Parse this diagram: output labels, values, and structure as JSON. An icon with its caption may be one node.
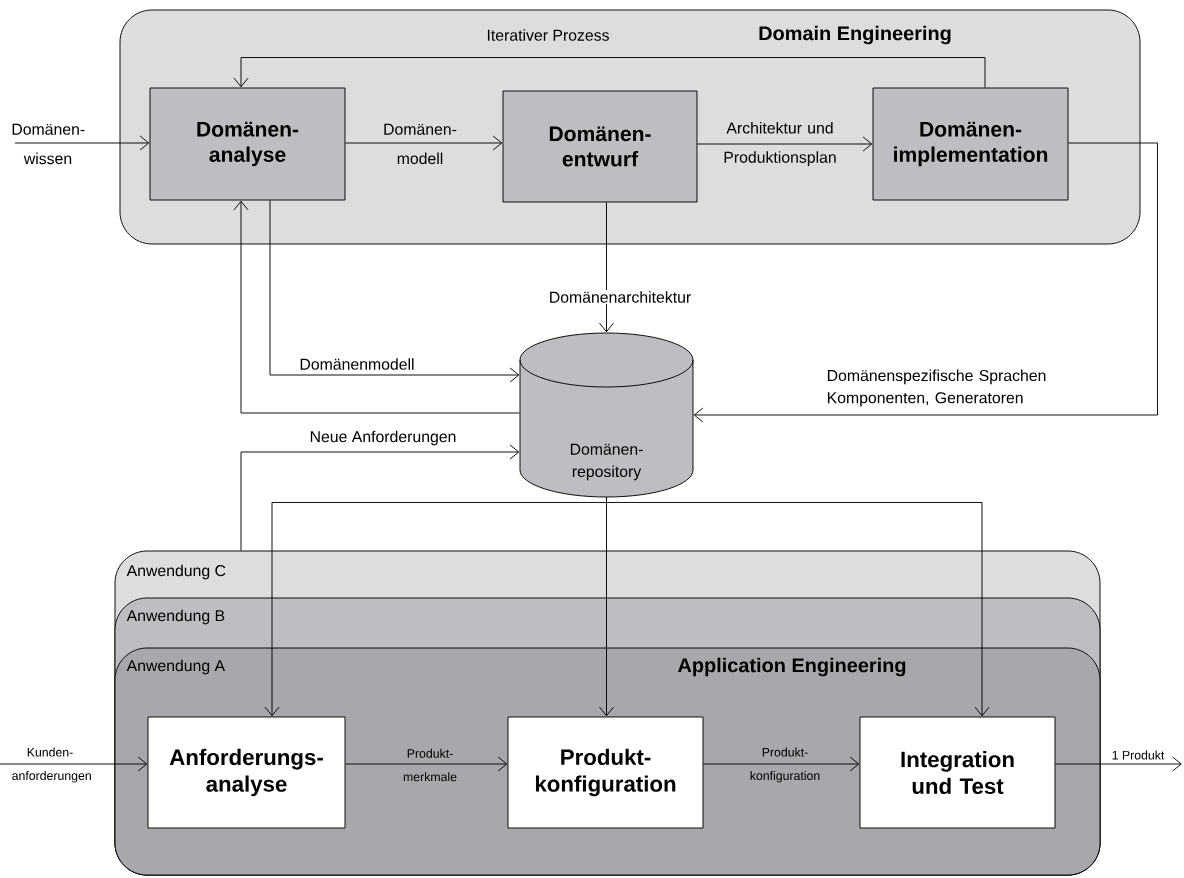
{
  "diagram": {
    "nodes": [
      {
        "text": [
          "Domain Engineering"
        ]
      },
      {
        "text": [
          "Domänen- analyse"
        ],
        "in": 0
      },
      {
        "text": [
          "Domänen- entwurf"
        ],
        "in": 0
      },
      {
        "text": [
          "Domänen- implementation"
        ],
        "in": 0
      },
      {
        "text": [
          "Domänen- repository"
        ]
      },
      {
        "text": [
          "Anwendung C"
        ]
      },
      {
        "text": [
          "Anwendung B"
        ],
        "in": 5
      },
      {
        "text": [
          "Anwendung A",
          "Application Engineering"
        ],
        "in": 6
      },
      {
        "text": [
          "Anforderungs- analyse"
        ],
        "in": 7
      },
      {
        "text": [
          "Produkt- konfiguration"
        ],
        "in": 7
      },
      {
        "text": [
          "Integration und Test"
        ],
        "in": 7
      }
    ],
    "edges": [
      {
        "from": null,
        "to": 1,
        "arrow": "to",
        "label": "Domänen- wissen"
      },
      {
        "from": 1,
        "to": 2,
        "arrow": "to",
        "label": "Domänen- modell"
      },
      {
        "from": 2,
        "to": 3,
        "arrow": "to",
        "label": "Architektur und Produktionsplan"
      },
      {
        "from": 3,
        "to": 1,
        "arrow": "to",
        "label": "Iterativer Prozess"
      },
      {
        "from": 2,
        "to": 4,
        "arrow": "to",
        "label": "Domänenarchitektur"
      },
      {
        "from": 1,
        "to": 4,
        "arrow": "to",
        "label": "Domänenmodell"
      },
      {
        "from": 4,
        "to": 1,
        "arrow": "to"
      },
      {
        "from": 3,
        "to": 4,
        "arrow": "to",
        "label": "Domänenspezifische Sprachen Komponenten, Generatoren"
      },
      {
        "from": 5,
        "to": 4,
        "arrow": "to",
        "label": "Neue Anforderungen"
      },
      {
        "from": 4,
        "to": 8,
        "arrow": "to"
      },
      {
        "from": 4,
        "to": 9,
        "arrow": "to"
      },
      {
        "from": 4,
        "to": 10,
        "arrow": "to"
      },
      {
        "from": null,
        "to": 8,
        "arrow": "to",
        "label": "Kunden- anforderungen"
      },
      {
        "from": 8,
        "to": 9,
        "arrow": "to",
        "label": "Produkt- merkmale"
      },
      {
        "from": 9,
        "to": 10,
        "arrow": "to",
        "label": "Produkt- konfiguration"
      },
      {
        "from": 10,
        "to": null,
        "arrow": "to",
        "label": "1 Produkt"
      }
    ]
  }
}
